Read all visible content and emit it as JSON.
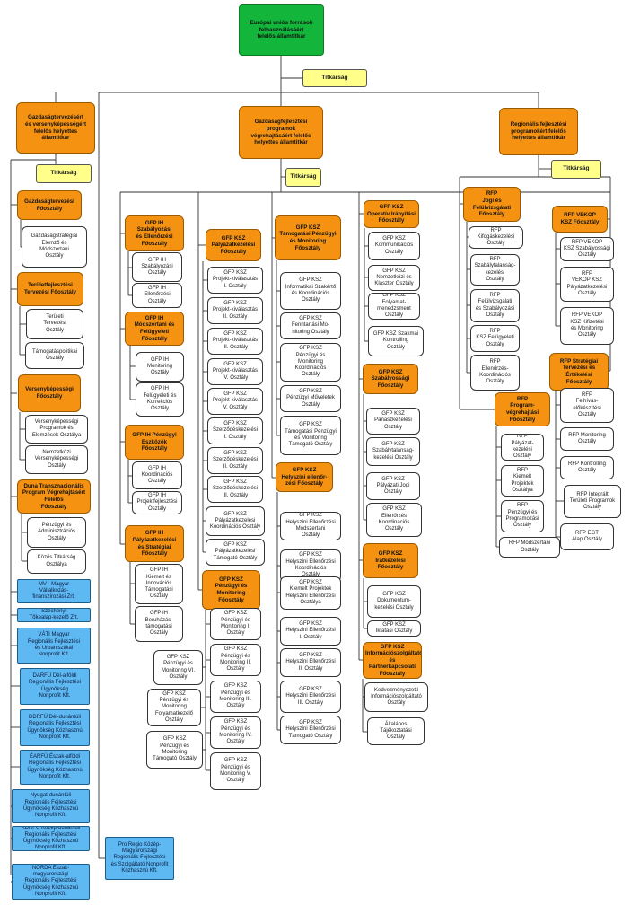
{
  "nodes": [
    {
      "id": "top",
      "text": "Európai uniós források\nfelhasználásáért\nfelelős államtitkár"
    },
    {
      "id": "titk1",
      "text": "Titkárság"
    },
    {
      "id": "gazd",
      "text": "Gazdaságtervezésért\nés versenyképességért\nfelelős helyettes\nállamtitkár"
    },
    {
      "id": "gfp",
      "text": "Gazdaságfejlesztési\nprogramok\nvégrehajtásáért felelős\nhelyettes államtitkár"
    },
    {
      "id": "reg",
      "text": "Regionális fejlesztési\nprogramokért felelős\nhelyettes államtitkár"
    },
    {
      "id": "titkL",
      "text": "Titkárság"
    },
    {
      "id": "titkM",
      "text": "Titkárság"
    },
    {
      "id": "titkR",
      "text": "Titkárság"
    },
    {
      "id": "gtf",
      "text": "Gazdaságtervezési\nFőosztály"
    },
    {
      "id": "gtf1",
      "text": "Gazdaságstratégiai\nElemző és\nMódszertani\nOsztály"
    },
    {
      "id": "tff",
      "text": "Területfejlesztési\nTervezési Főosztály"
    },
    {
      "id": "tff1",
      "text": "Területi\nTervezési\nOsztály"
    },
    {
      "id": "tff2",
      "text": "Támogatáspolitikai\nOsztály"
    },
    {
      "id": "vkf",
      "text": "Versenyképességi\nFőosztály"
    },
    {
      "id": "vkf1",
      "text": "Versenyképességi\nProgramok és\nElemzések Osztálya"
    },
    {
      "id": "vkf2",
      "text": "Nemzetközi\nVersenyképességi\nOsztály"
    },
    {
      "id": "dtp",
      "text": "Duna Transznacionális\nProgram Végrehajtásért\nFelelős\nFőosztály"
    },
    {
      "id": "dtp1",
      "text": "Pénzügyi és\nAdminisztrációs\nOsztály"
    },
    {
      "id": "dtp2",
      "text": "Közös Titkárság\nOsztálya"
    },
    {
      "id": "b1",
      "text": "MV - Magyar\nVállalkozás-\nfinanszírozási Zrt."
    },
    {
      "id": "b2",
      "text": "Széchenyi\nTőkealap-kezelő Zrt."
    },
    {
      "id": "b3",
      "text": "VÁTI Magyar\nRegionális Fejlesztési\nés Urbanisztikai\nNonprofit Kft."
    },
    {
      "id": "b4",
      "text": "DARFÜ Dél-alföldi\nRegionális Fejlesztési\nÜgynökség\nNonprofit Kft."
    },
    {
      "id": "b5",
      "text": "DDRFÜ Dél-dunántúli\nRegionális Fejlesztési\nÜgynökség Közhasznú\nNonprofit Kft."
    },
    {
      "id": "b6",
      "text": "ÉARFÜ Észak-alföldi\nRegionális Fejlesztési\nÜgynökség Közhasznú\nNonprofit Kft."
    },
    {
      "id": "b7",
      "text": "Nyugat-dunántúli\nRegionális Fejlesztési\nÜgynökség Közhasznú\nNonprofit Kft."
    },
    {
      "id": "b8",
      "text": "KDRFÜ Közép-dunántúli\nRegionális Fejlesztési\nÜgynökség Közhasznú\nNonprofit Kft."
    },
    {
      "id": "b9",
      "text": "NORDA Észak-\nmagyarországi\nRegionális Fejlesztési\nÜgynökség Közhasznú\nNonprofit Kft."
    },
    {
      "id": "b10",
      "text": "Pro Regio Közép-\nMagyarországi\nRegionális Fejlesztési\nés Szolgáltató Nonprofit\nKözhasznú Kft."
    },
    {
      "id": "ih1",
      "text": "GFP IH\nSzabályozási\nés Ellenőrzési\nFőosztály"
    },
    {
      "id": "ih1a",
      "text": "GFP IH\nSzabályozási\nOsztály"
    },
    {
      "id": "ih1b",
      "text": "GFP IH\nEllenőrzési\nOsztály"
    },
    {
      "id": "ih2",
      "text": "GFP IH\nMódszertani és\nFelügyeleti\nFőosztály"
    },
    {
      "id": "ih2a",
      "text": "GFP IH\nMonitoring\nOsztály"
    },
    {
      "id": "ih2b",
      "text": "GFP IH\nFelügyeleti és\nKorrekciós\nOsztály"
    },
    {
      "id": "ih3",
      "text": "GFP IH Pénzügyi\nEszközök\nFőosztály"
    },
    {
      "id": "ih3a",
      "text": "GFP IH\nKoordinációs\nOsztály"
    },
    {
      "id": "ih3b",
      "text": "GFP IH\nProjektfejlesztési\nOsztály"
    },
    {
      "id": "ih4",
      "text": "GFP IH\nPályázatkezelési\nés Stratégiai\nFőosztály"
    },
    {
      "id": "ih4a",
      "text": "GFP IH\nKiemelt és\nInnovációs\nTámogatási\nOsztály"
    },
    {
      "id": "ih4b",
      "text": "GFP IH\nBeruházás-\ntámogatási\nOsztály"
    },
    {
      "id": "pk",
      "text": "GFP KSZ\nPályázatkezelési\nFőosztály"
    },
    {
      "id": "pk1",
      "text": "GFP KSZ\nProjekt-kiválasztás\nI. Osztály"
    },
    {
      "id": "pk2",
      "text": "GFP KSZ\nProjekt-kiválasztás\nII. Osztály"
    },
    {
      "id": "pk3",
      "text": "GFP KSZ\nProjekt-kiválasztás\nIII. Osztály"
    },
    {
      "id": "pk4",
      "text": "GFP KSZ\nProjekt-kiválasztás\nIV. Osztály"
    },
    {
      "id": "pk5",
      "text": "GFP KSZ\nProjekt-kiválasztás\nV. Osztály"
    },
    {
      "id": "pk6",
      "text": "GFP KSZ\nSzerződéskezelési\nI. Osztály"
    },
    {
      "id": "pk7",
      "text": "GFP KSZ\nSzerződéskezelési\nII. Osztály"
    },
    {
      "id": "pk8",
      "text": "GFP KSZ\nSzerződéskezelési\nIII. Osztály"
    },
    {
      "id": "pk9",
      "text": "GFP KSZ\nPályázatkezelési\nKoordinációs Osztály"
    },
    {
      "id": "pk10",
      "text": "GFP KSZ\nPályázatkezelési\nTámogató Osztály"
    },
    {
      "id": "pm",
      "text": "GFP KSZ\nPénzügyi és\nMonitoring\nFőosztály"
    },
    {
      "id": "pm1",
      "text": "GFP KSZ\nPénzügyi és\nMonitoring I.\nOsztály"
    },
    {
      "id": "pm2",
      "text": "GFP KSZ\nPénzügyi és\nMonitoring II.\nOsztály"
    },
    {
      "id": "pm3",
      "text": "GFP KSZ\nPénzügyi és\nMonitoring III.\nOsztály"
    },
    {
      "id": "pm4",
      "text": "GFP KSZ\nPénzügyi és\nMonitoring IV.\nOsztály"
    },
    {
      "id": "pm5",
      "text": "GFP KSZ\nPénzügyi és\nMonitoring V.\nOsztály"
    },
    {
      "id": "pm6",
      "text": "GFP KSZ\nPénzügyi és\nMonitoring VI.\nOsztály"
    },
    {
      "id": "pm7",
      "text": "GFP KSZ\nPénzügyi és\nMonitoring\nFolyamatkezelő\nOsztály"
    },
    {
      "id": "pm8",
      "text": "GFP KSZ\nPénzügyi és\nMonitoring\nTámogató Osztály"
    },
    {
      "id": "tp",
      "text": "GFP KSZ\nTámogatási Pénzügyi\nés Monitoring\nFőosztály"
    },
    {
      "id": "tp1",
      "text": "GFP KSZ\nInformatikai Szakértő\nés Koordinációs\nOsztály"
    },
    {
      "id": "tp2",
      "text": "GFP KSZ\nFenntartási Mo-\nnitoring Osztály"
    },
    {
      "id": "tp3",
      "text": "GFP KSZ\nPénzügyi és\nMonitoring\nKoordinációs\nOsztály"
    },
    {
      "id": "tp4",
      "text": "GFP KSZ\nPénzügyi Műveletek\nOsztály"
    },
    {
      "id": "tp5",
      "text": "GFP KSZ\nTámogatási Pénzügyi\nés Monitoring\nTámogató Osztály"
    },
    {
      "id": "he",
      "text": "GFP KSZ\nHelyszíni ellenőr-\nzési Főosztály"
    },
    {
      "id": "he1",
      "text": "GFP KSZ\nHelyszíni Ellenőrzési\nMódszertani\nOsztály"
    },
    {
      "id": "he2",
      "text": "GFP KSZ\nHelyszíni Ellenőrzési\nKoordinációs\nOsztály"
    },
    {
      "id": "he3",
      "text": "GFP KSZ\nKiemelt Projektek\nHelyszíni Ellenőrzési\nOsztálya"
    },
    {
      "id": "he4",
      "text": "GFP KSZ\nHelyszíni Ellenőrzési\nI. Osztály"
    },
    {
      "id": "he5",
      "text": "GFP KSZ\nHelyszíni Ellenőrzési\nII. Osztály"
    },
    {
      "id": "he6",
      "text": "GFP KSZ\nHelyszíni Ellenőrzési\nIII. Osztály"
    },
    {
      "id": "he7",
      "text": "GFP KSZ\nHelyszíni Ellenőrzési\nTámogató Osztály"
    },
    {
      "id": "oi",
      "text": "GFP KSZ\nOperatív Irányítási\nFőosztály"
    },
    {
      "id": "oi1",
      "text": "GFP KSZ\nKommunikációs\nOsztály"
    },
    {
      "id": "oi2",
      "text": "GFP KSZ\nNemzetközi és\nKlaszter Osztály"
    },
    {
      "id": "oi3",
      "text": "GFP KSZ\nFolyamat-\nmenedzsment\nOsztály"
    },
    {
      "id": "oi4",
      "text": "GFP KSZ Szakmai\nKontrolling\nOsztály"
    },
    {
      "id": "sz",
      "text": "GFP KSZ\nSzabályossági\nFőosztály"
    },
    {
      "id": "sz1",
      "text": "GFP KSZ\nPanaszkezelési\nOsztály"
    },
    {
      "id": "sz2",
      "text": "GFP KSZ\nSzabálytalanság-\nkezelési Osztály"
    },
    {
      "id": "sz3",
      "text": "GFP KSZ\nPályázati Jogi\nOsztály"
    },
    {
      "id": "sz4",
      "text": "GFP KSZ\nEllenőrzés\nKoordinációs\nOsztály"
    },
    {
      "id": "ik",
      "text": "GFP KSZ\nIratkezelési\nFőosztály"
    },
    {
      "id": "ik1",
      "text": "GFP KSZ\nDokumentum-\nkezelési Osztály"
    },
    {
      "id": "ik2",
      "text": "GFP KSZ\nIktatási Osztály"
    },
    {
      "id": "inf",
      "text": "GFP KSZ\nInformációszolgáltató\nés Partnerkapcsolati\nFőosztály"
    },
    {
      "id": "inf1",
      "text": "Kedvezményezetti\nInformációszolgáltató\nOsztály"
    },
    {
      "id": "inf2",
      "text": "Általános\nTájékoztatási\nOsztály"
    },
    {
      "id": "rj",
      "text": "RFP\nJogi és\nFelülvizsgálati\nFőosztály"
    },
    {
      "id": "rj1",
      "text": "RFP Kifogáskezelési\nOsztály"
    },
    {
      "id": "rj2",
      "text": "RFP\nSzabálytalanság-\nkezelési\nOsztály"
    },
    {
      "id": "rj3",
      "text": "RFP\nFelülvizsgálati\nés Szabályozási\nOsztály"
    },
    {
      "id": "rj4",
      "text": "RFP\nKSZ Felügyeleti\nOsztály"
    },
    {
      "id": "rj5",
      "text": "RFP\nEllenőrzés-\nKoordinációs\nOsztály"
    },
    {
      "id": "rv",
      "text": "RFP VEKOP\nKSZ Főosztály"
    },
    {
      "id": "rv1",
      "text": "RFP VEKOP\nKSZ Szabályossági\nOsztály"
    },
    {
      "id": "rv2",
      "text": "RFP\nVEKOP KSZ\nPályázatkezelési\nOsztály"
    },
    {
      "id": "rv3",
      "text": "RFP VEKOP\nKSZ Kifizetési\nés Monitoring\nOsztály"
    },
    {
      "id": "rpv",
      "text": "RFP\nProgram-\nvégrehajtási\nFőosztály"
    },
    {
      "id": "rpv1",
      "text": "RFP\nPályázat-\nkezelési\nOsztály"
    },
    {
      "id": "rpv2",
      "text": "RFP\nKiemelt\nProjektek\nOsztálya"
    },
    {
      "id": "rpv3",
      "text": "RFP\nPénzügyi és\nProgramozási\nOsztály"
    },
    {
      "id": "rpv4",
      "text": "RFP Módszertani\nOsztály"
    },
    {
      "id": "rs",
      "text": "RFP Stratégiai\nTervezési és\nÉrtékelési\nFőosztály"
    },
    {
      "id": "rs1",
      "text": "RFP\nFelhívás-\nelőkészítési\nOsztály"
    },
    {
      "id": "rs2",
      "text": "RFP Monitoring\nOsztály"
    },
    {
      "id": "rs3",
      "text": "RFP Kontrolling\nOsztály"
    },
    {
      "id": "rs4",
      "text": "RFP Integrált\nTerületi Programok\nOsztály"
    },
    {
      "id": "rs5",
      "text": "RFP EGT\nAlap Osztály"
    }
  ]
}
